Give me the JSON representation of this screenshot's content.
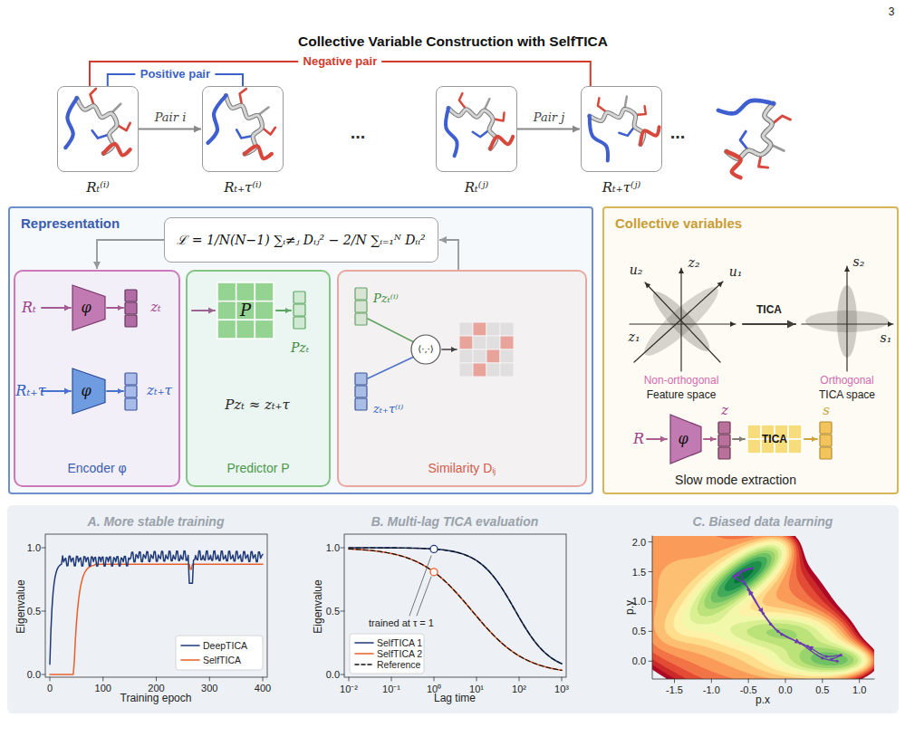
{
  "diagram": {
    "title": "Collective Variable Construction with SelfTICA",
    "nodes": [
      {
        "text": [
          "Rₜ⁽ⁱ⁾"
        ]
      },
      {
        "text": [
          "Rₜ₊τ⁽ⁱ⁾"
        ]
      },
      {
        "text": [
          "Rₜ⁽ʲ⁾"
        ]
      },
      {
        "text": [
          "Rₜ₊τ⁽ʲ⁾"
        ]
      },
      {
        "text": [
          "Representation"
        ]
      },
      {
        "text": [
          "ℒ = 1/N(N−1) ∑ᵢ≠ⱼ Dᵢⱼ² − 2/N ∑ᵢ₌₁ᴺ Dᵢᵢ²"
        ],
        "in": 4
      },
      {
        "text": [
          "Encoder φ"
        ],
        "in": 4
      },
      {
        "text": [
          "φ"
        ],
        "in": 6
      },
      {
        "text": [
          "φ"
        ],
        "in": 6
      },
      {
        "text": [
          "Predictor P"
        ],
        "in": 4
      },
      {
        "text": [
          "P"
        ],
        "in": 9
      },
      {
        "text": [
          "Similarity Dᵢⱼ"
        ],
        "in": 4
      },
      {
        "text": [
          "⟨·,·⟩"
        ],
        "in": 11
      },
      {
        "text": [
          "Collective variables"
        ]
      },
      {
        "text": [
          "TICA"
        ],
        "in": 13
      },
      {
        "text": [
          "φ"
        ],
        "in": 13
      }
    ],
    "edges": [
      {
        "from": 0,
        "to": 1,
        "label": "Pair i",
        "arrow": "to"
      },
      {
        "from": 2,
        "to": 3,
        "label": "Pair j",
        "arrow": "to"
      },
      {
        "from": 0,
        "to": 1,
        "label": "Positive pair",
        "arrow": "none"
      },
      {
        "from": 0,
        "to": 3,
        "label": "Negative pair",
        "arrow": "none"
      },
      {
        "from": 5,
        "to": 6,
        "arrow": "to"
      },
      {
        "from": 11,
        "to": 5,
        "arrow": "to"
      }
    ],
    "labels": [
      "3",
      "...",
      "...",
      "Rₜ",
      "Rₜ₊τ",
      "zₜ",
      "zₜ₊τ",
      "Pzₜ",
      "Pzₜ ≈ zₜ₊τ",
      "Pzₜ⁽ⁱ⁾",
      "zₜ₊τ⁽ⁱ⁾",
      "u₂",
      "z₂",
      "u₁",
      "z₁",
      "TICA",
      "s₂",
      "s₁",
      "Non-orthogonal",
      "Feature space",
      "Orthogonal",
      "TICA space",
      "R",
      "z",
      "s",
      "Slow mode extraction",
      "A. More stable training",
      "Eigenvalue",
      "Training epoch",
      "1.0",
      "0.5",
      "0.0",
      "0",
      "100",
      "200",
      "300",
      "400",
      "B. Multi-lag TICA evaluation",
      "Eigenvalue",
      "Lag time",
      "1.0",
      "0.5",
      "0.0",
      "10⁻²",
      "10⁻¹",
      "10⁰",
      "10¹",
      "10²",
      "10³",
      "trained at τ = 1",
      "C. Biased data learning",
      "p.y",
      "p.x",
      "2.0",
      "1.5",
      "1.0",
      "0.5",
      "0.0",
      "-1.5",
      "-1.0",
      "-0.5",
      "0.0",
      "0.5",
      "1.0"
    ],
    "legend": [
      {
        "text": "DeepTICA"
      },
      {
        "text": "SelfTICA"
      },
      {
        "text": "SelfTICA 1"
      },
      {
        "text": "SelfTICA 2"
      },
      {
        "text": "Reference"
      }
    ]
  }
}
